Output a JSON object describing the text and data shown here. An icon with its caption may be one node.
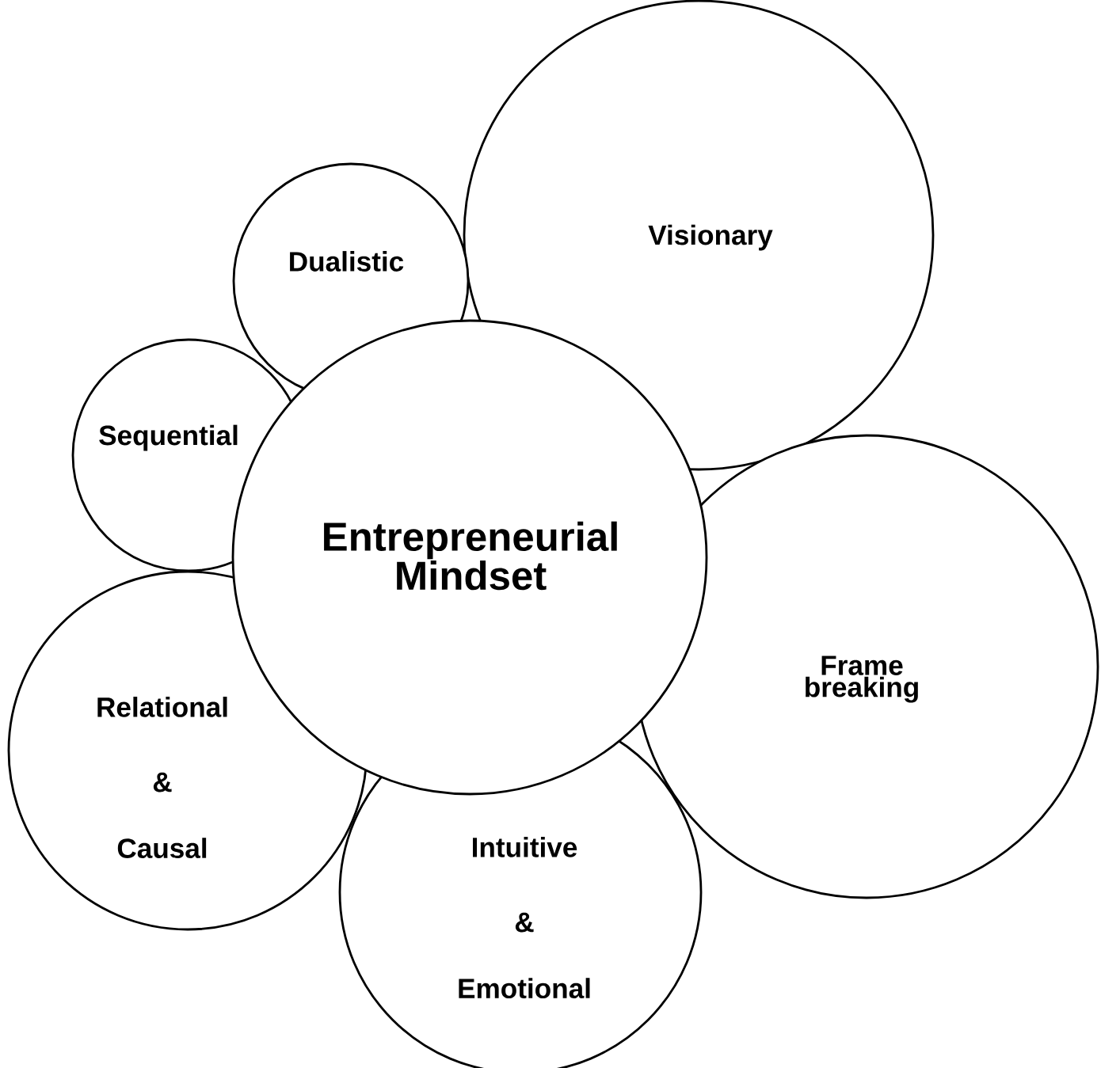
{
  "diagram": {
    "nodes": [
      {
        "text": [
          "Dualistic"
        ]
      },
      {
        "text": [
          "Visionary"
        ]
      },
      {
        "text": [
          "Sequential"
        ]
      },
      {
        "text": [
          "Entrepreneurial Mindset"
        ]
      },
      {
        "text": [
          "Frame breaking"
        ]
      },
      {
        "text": [
          "Relational",
          "&",
          "Causal"
        ]
      },
      {
        "text": [
          "Intuitive",
          "&",
          "Emotional"
        ]
      }
    ]
  }
}
